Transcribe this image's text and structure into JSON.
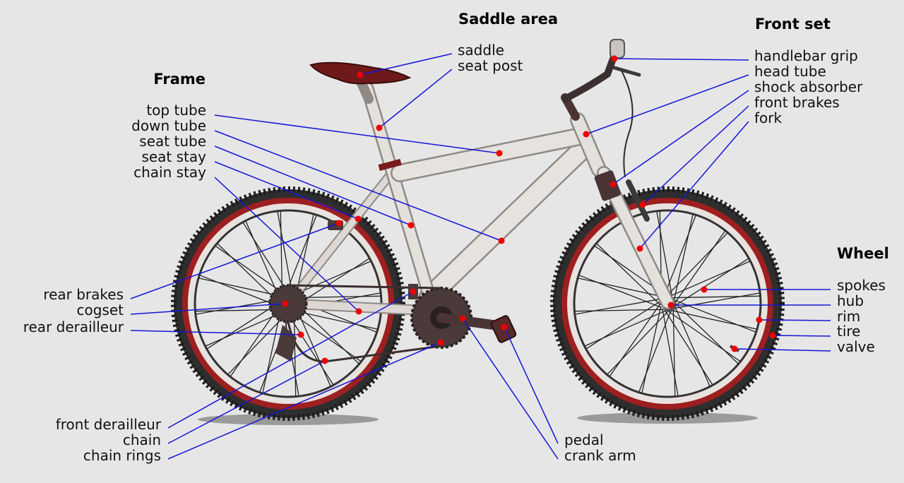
{
  "sections": {
    "saddle_area": "Saddle area",
    "front_set": "Front set",
    "frame": "Frame",
    "wheel": "Wheel"
  },
  "labels": {
    "saddle": "saddle",
    "seat_post": "seat post",
    "handlebar_grip": "handlebar grip",
    "head_tube": "head tube",
    "shock_absorber": "shock absorber",
    "front_brakes": "front brakes",
    "fork": "fork",
    "top_tube": "top tube",
    "down_tube": "down tube",
    "seat_tube": "seat tube",
    "seat_stay": "seat stay",
    "chain_stay": "chain stay",
    "rear_brakes": "rear brakes",
    "cogset": "cogset",
    "rear_derailleur": "rear derailleur",
    "spokes": "spokes",
    "hub": "hub",
    "rim": "rim",
    "tire": "tire",
    "valve": "valve",
    "front_derailleur": "front derailleur",
    "chain": "chain",
    "chain_rings": "chain rings",
    "pedal": "pedal",
    "crank_arm": "crank arm"
  },
  "colors": {
    "background": "#e6e6e6",
    "leader_line": "#1515d8",
    "marker": "#ee0000",
    "tire": "#2e2e2e",
    "rim_band": "#9e1f1f",
    "frame": "#e4e0dc",
    "saddle": "#6e1a1a"
  }
}
